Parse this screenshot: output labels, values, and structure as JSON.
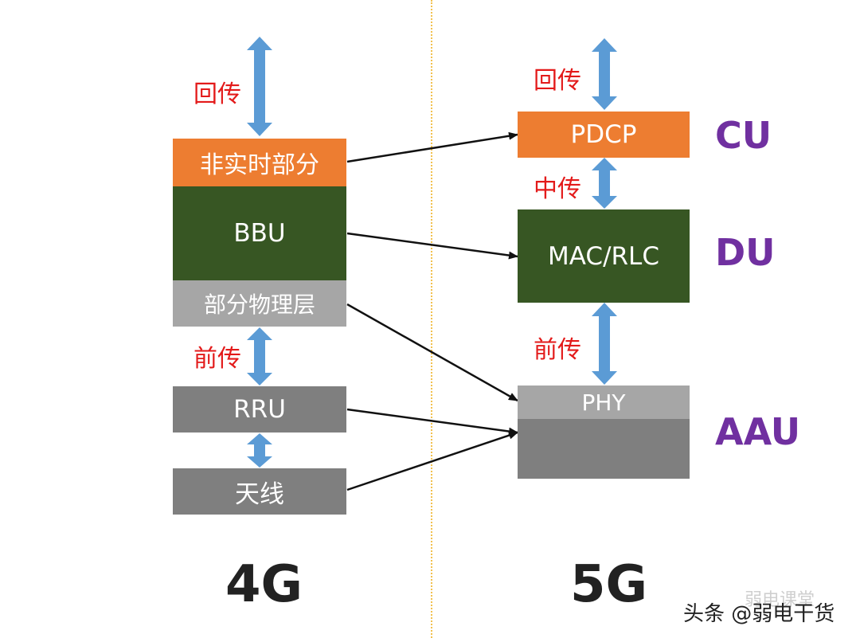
{
  "left": {
    "backhaul_label": "回传",
    "nrt_part": "非实时部分",
    "bbu": "BBU",
    "partial_phy": "部分物理层",
    "fronthaul_label": "前传",
    "rru": "RRU",
    "antenna": "天线",
    "generation": "4G"
  },
  "right": {
    "backhaul_label": "回传",
    "pdcp": "PDCP",
    "midhaul_label": "中传",
    "mac_rlc": "MAC/RLC",
    "fronthaul_label": "前传",
    "phy": "PHY",
    "generation": "5G"
  },
  "units": {
    "cu": "CU",
    "du": "DU",
    "aau": "AAU"
  },
  "watermark": {
    "faint": "弱电课堂",
    "main": "头条 @弱电干货"
  },
  "colors": {
    "orange": "#ED7D31",
    "dark_green": "#375623",
    "light_gray": "#A6A6A6",
    "mid_gray": "#7F7F7F",
    "arrow_blue": "#5B9BD5",
    "label_red": "#E31A1A",
    "label_purple": "#7030A0"
  }
}
